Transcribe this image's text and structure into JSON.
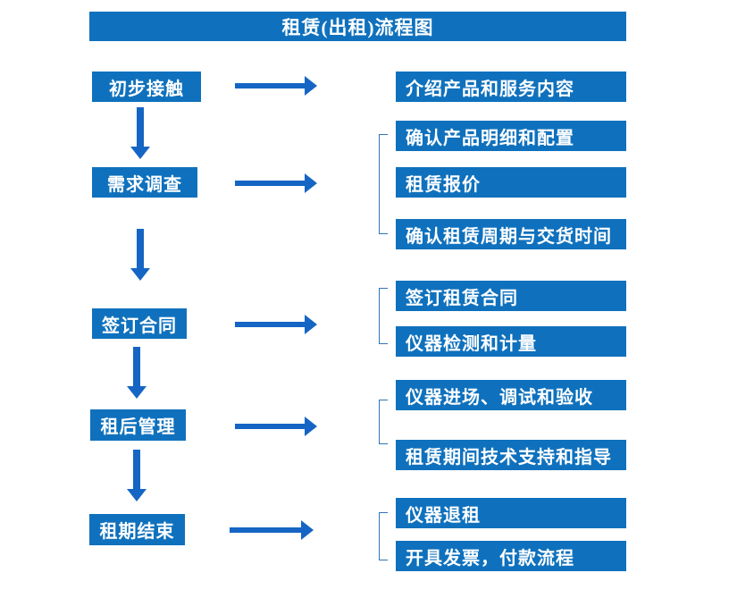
{
  "title": "租赁(出租)流程图",
  "steps": [
    {
      "label": "初步接触",
      "children": [
        "介绍产品和服务内容"
      ]
    },
    {
      "label": "需求调查",
      "children": [
        "确认产品明细和配置",
        "租赁报价",
        "确认租赁周期与交货时间"
      ]
    },
    {
      "label": "签订合同",
      "children": [
        "签订租赁合同",
        "仪器检测和计量"
      ]
    },
    {
      "label": "租后管理",
      "children": [
        "仪器进场、调试和验收",
        "租赁期间技术支持和指导"
      ]
    },
    {
      "label": "租期结束",
      "children": [
        "仪器退租",
        "开具发票，付款流程"
      ]
    }
  ],
  "colors": {
    "box_blue": "#0f71bd",
    "arrow_blue": "#1565c4",
    "bracket_blue": "#2e75b6",
    "text": "#ffffff",
    "background": "#ffffff"
  }
}
